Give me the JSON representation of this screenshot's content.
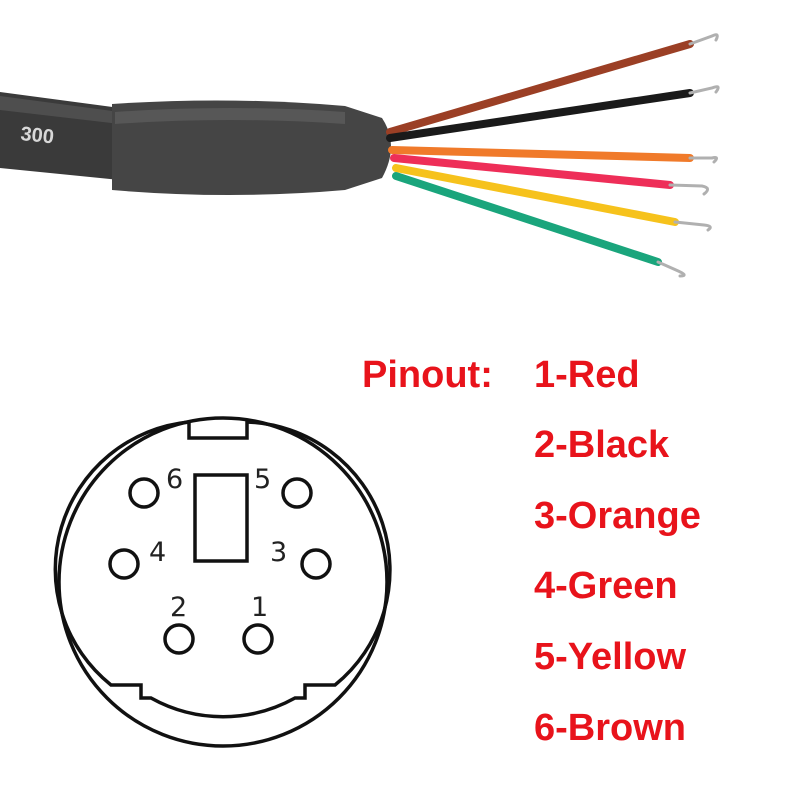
{
  "cable": {
    "jacket_print": "300",
    "wire_colors": [
      "#9b3f25",
      "#1a1a1a",
      "#f07a2a",
      "#ee2e58",
      "#f6c21c",
      "#1aa57c"
    ]
  },
  "diagram": {
    "pins": [
      {
        "id": "1",
        "label": "1"
      },
      {
        "id": "2",
        "label": "2"
      },
      {
        "id": "3",
        "label": "3"
      },
      {
        "id": "4",
        "label": "4"
      },
      {
        "id": "5",
        "label": "5"
      },
      {
        "id": "6",
        "label": "6"
      }
    ]
  },
  "pinout": {
    "title": "Pinout:",
    "items": [
      "1-Red",
      "2-Black",
      "3-Orange",
      "4-Green",
      "5-Yellow",
      "6-Brown"
    ],
    "color": "#e8131b"
  }
}
